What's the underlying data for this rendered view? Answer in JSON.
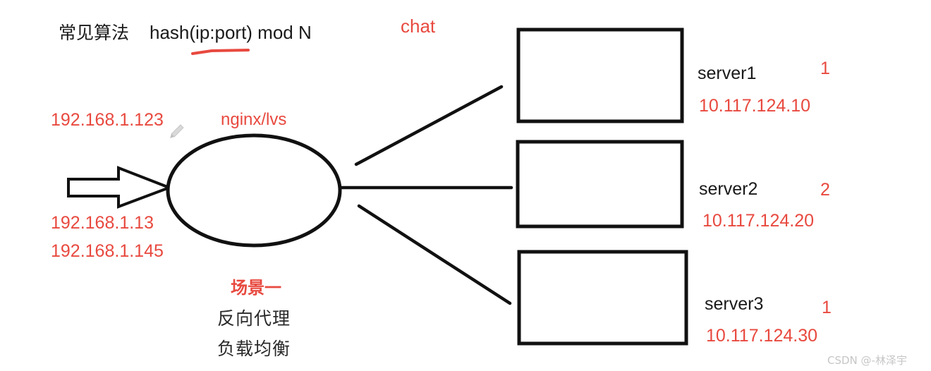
{
  "diagram": {
    "title_cn": "常见算法",
    "title_algorithm": "hash(ip:port) mod N",
    "chat_label": "chat",
    "scene_label": "场景一",
    "watermark": "CSDN @-林泽宇",
    "colors": {
      "red_accent": "#e8493f",
      "stroke_black": "#111111",
      "watermark_gray": "#c6c6c6",
      "background": "#ffffff"
    },
    "client_ips": {
      "top": "192.168.1.123",
      "middle": "192.168.1.13",
      "bottom": "192.168.1.145"
    },
    "balancer": {
      "tech_label": "nginx/lvs",
      "line1": "反向代理",
      "line2": "负载均衡"
    },
    "servers": [
      {
        "name": "server1",
        "ip": "10.117.124.10",
        "badge": "1"
      },
      {
        "name": "server2",
        "ip": "10.117.124.20",
        "badge": "2"
      },
      {
        "name": "server3",
        "ip": "10.117.124.30",
        "badge": "1"
      }
    ]
  }
}
